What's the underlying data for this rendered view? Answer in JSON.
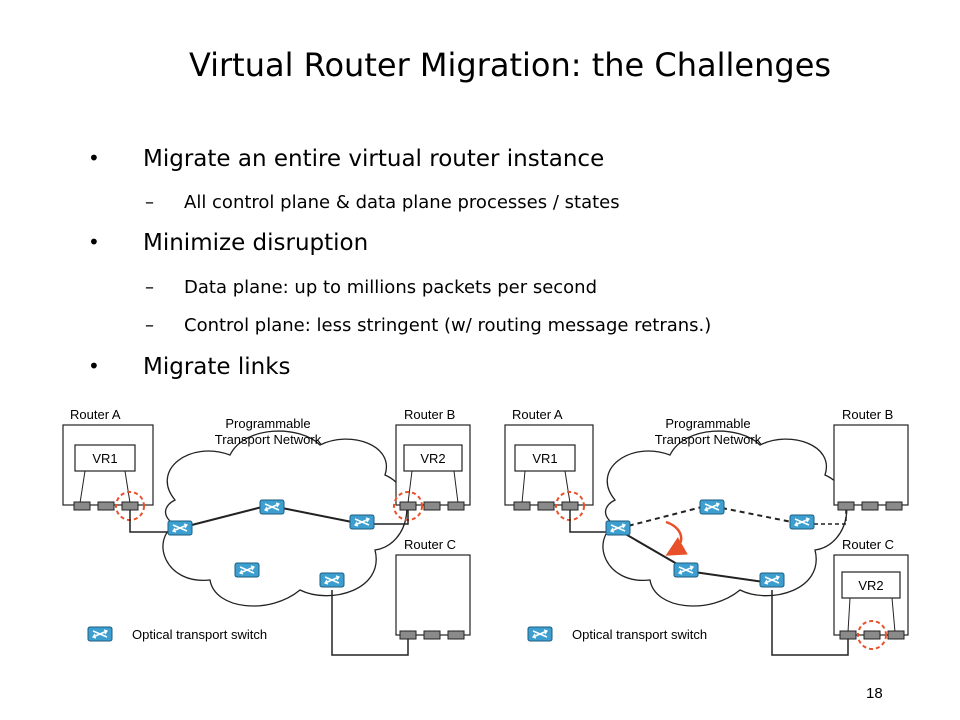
{
  "slide": {
    "title": "Virtual Router Migration: the Challenges",
    "page_number": "18"
  },
  "bullets": [
    {
      "level": 1,
      "text": "Migrate an entire virtual router instance"
    },
    {
      "level": 2,
      "text": "All control plane & data plane processes / states"
    },
    {
      "level": 1,
      "text": "Minimize disruption"
    },
    {
      "level": 2,
      "text": "Data plane: up to millions packets per second"
    },
    {
      "level": 2,
      "text": "Control plane: less stringent (w/ routing message retrans.)"
    },
    {
      "level": 1,
      "text": "Migrate links"
    }
  ],
  "bullet_marks": {
    "level1": "•",
    "level2": "–"
  },
  "diagram_left": {
    "router_a": "Router A",
    "router_b": "Router B",
    "router_c": "Router C",
    "vr_in_a": "VR1",
    "vr_in_b": "VR2",
    "network_line1": "Programmable",
    "network_line2": "Transport Network",
    "legend": "Optical transport switch"
  },
  "diagram_right": {
    "router_a": "Router A",
    "router_b": "Router B",
    "router_c": "Router C",
    "vr_in_a": "VR1",
    "vr_in_c": "VR2",
    "network_line1": "Programmable",
    "network_line2": "Transport Network",
    "legend": "Optical transport switch"
  },
  "colors": {
    "switch_fill": "#3c9fcf",
    "port_fill": "#8a8a8a",
    "highlight": "#e8502a",
    "cloud_stroke": "#222222"
  }
}
